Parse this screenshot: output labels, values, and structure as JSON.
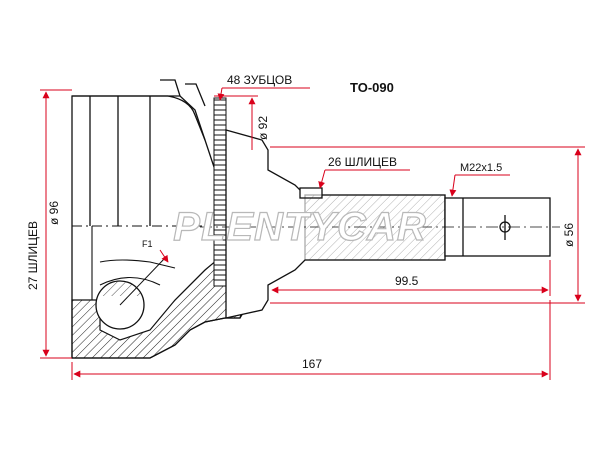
{
  "part_number": "TO-090",
  "watermark": "PLENTYCAR",
  "labels": {
    "teeth": "48 ЗУБЦОВ",
    "outer_splines": "26 ШЛИЦЕВ",
    "inner_splines": "27 ШЛИЦЕВ",
    "thread": "M22x1.5",
    "marker": "F1"
  },
  "dimensions": {
    "dia_abs": "ø 92",
    "dia_housing": "ø 96",
    "dia_shaft": "ø 56",
    "shaft_length": "99.5",
    "total_length": "167"
  },
  "colors": {
    "dimension": "#d9001b",
    "outline": "#111111",
    "watermark_stroke": "#b8b8b8"
  }
}
